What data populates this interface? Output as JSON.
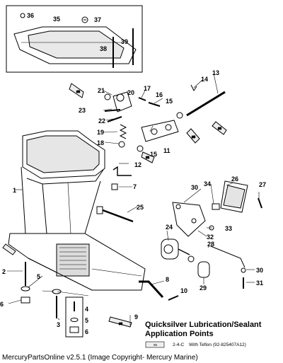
{
  "diagram": {
    "callouts": [
      "1",
      "2",
      "3",
      "4",
      "5",
      "5",
      "6",
      "6",
      "7",
      "8",
      "9",
      "10",
      "11",
      "12",
      "13",
      "14",
      "15",
      "15",
      "16",
      "17",
      "18",
      "19",
      "20",
      "21",
      "22",
      "23",
      "24",
      "25",
      "26",
      "27",
      "28",
      "29",
      "30",
      "30",
      "31",
      "32",
      "33",
      "34",
      "35",
      "36",
      "37",
      "38",
      "39"
    ],
    "lube_panel": {
      "title_line1": "Quicksilver Lubrication/Sealant",
      "title_line2": "Application Points",
      "tube_tag": "95",
      "item_code": "2-4-C",
      "item_desc": "With Teflon (92-825407A12)"
    },
    "tube_tags": [
      "95",
      "95",
      "95",
      "95",
      "95"
    ],
    "colors": {
      "line": "#000000",
      "background": "#ffffff",
      "shade": "#d9d9d9",
      "tube": "#eeeeee"
    }
  },
  "footer": {
    "text": "MercuryPartsOnline v2.5.1 (Image Copyright- Mercury Marine)"
  }
}
